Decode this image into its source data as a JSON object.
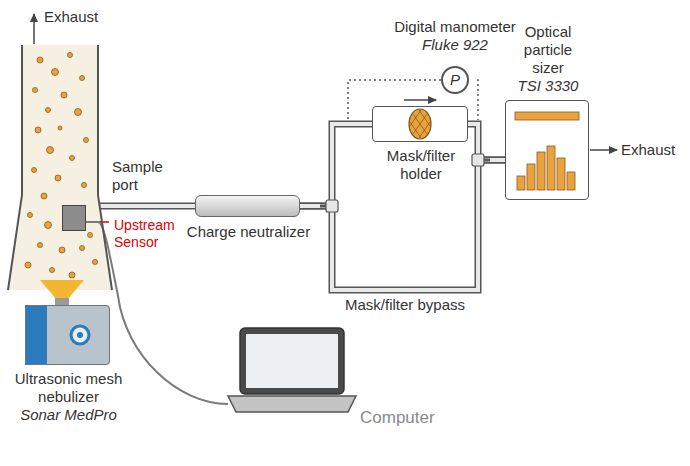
{
  "diagram": {
    "nodes": [
      {
        "text": [
          "Sample port"
        ]
      },
      {
        "text": [
          "Upstream Sensor"
        ],
        "in": 0
      },
      {
        "text": [
          "Charge neutralizer"
        ]
      },
      {
        "text": [
          "Digital manometer",
          "Fluke 922",
          "P"
        ]
      },
      {
        "text": [
          "Mask/filter holder"
        ]
      },
      {
        "text": [
          "Optical particle sizer",
          "TSI 3330"
        ]
      },
      {
        "text": [
          "Ultrasonic mesh nebulizer",
          "Sonar MedPro"
        ]
      },
      {
        "text": [
          "Computer"
        ]
      }
    ],
    "edges": [
      {
        "from": 0,
        "to": 2,
        "arrow": "none"
      },
      {
        "from": 2,
        "to": 4,
        "arrow": "none"
      },
      {
        "from": 4,
        "to": 5,
        "arrow": "none"
      },
      {
        "from": 2,
        "to": 5,
        "label": "Mask/filter bypass",
        "arrow": "none"
      },
      {
        "from": 3,
        "to": 4,
        "arrow": "none"
      },
      {
        "from": 1,
        "to": 7,
        "arrow": "none"
      }
    ],
    "labels": [
      "Exhaust",
      "Exhaust"
    ]
  }
}
